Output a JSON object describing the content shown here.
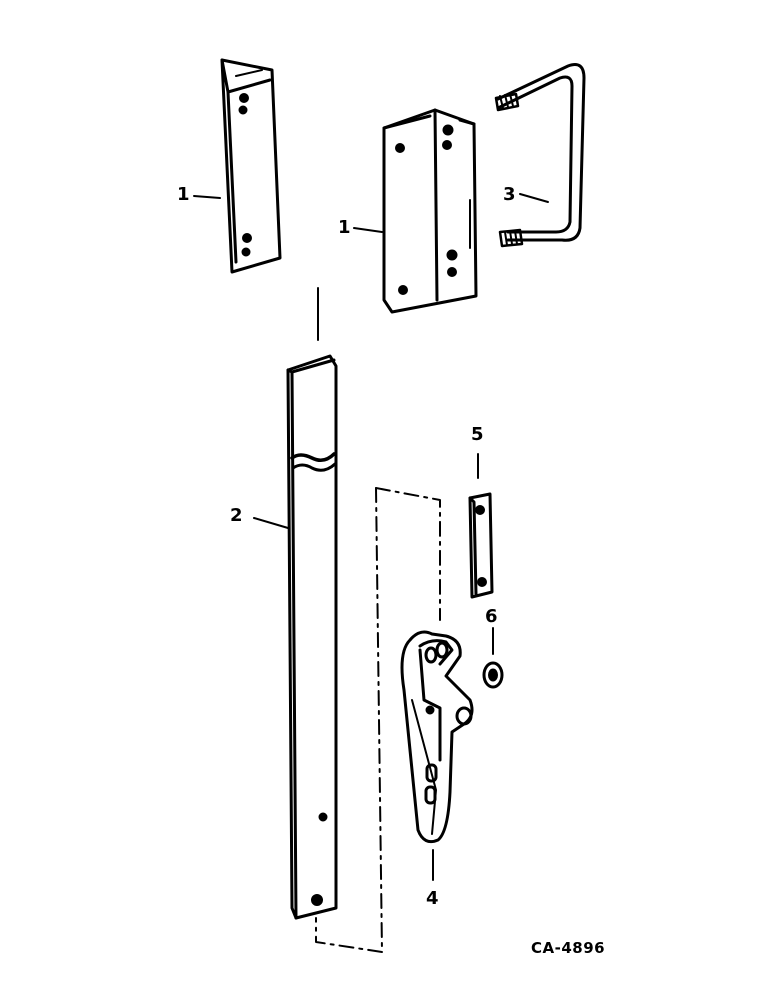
{
  "callouts": {
    "angle_bracket_left": "1",
    "angle_bracket_right": "1",
    "bar": "2",
    "u_bolt": "3",
    "latch": "4",
    "link_plate": "5",
    "washer": "6"
  },
  "drawing_code": "CA-4896"
}
